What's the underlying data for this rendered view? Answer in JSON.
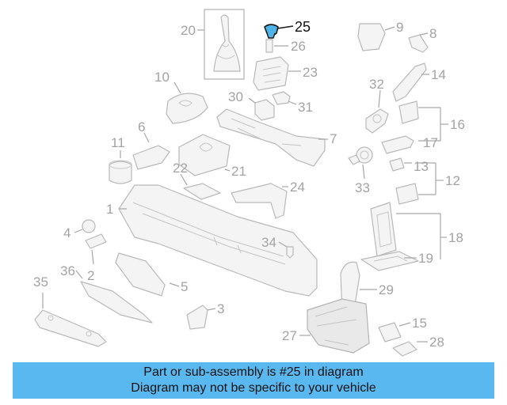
{
  "diagram": {
    "highlighted_part": "25",
    "highlight_color": "#4fb3e8",
    "callouts": {
      "p1": "1",
      "p2": "2",
      "p3": "3",
      "p4": "4",
      "p5": "5",
      "p6": "6",
      "p7": "7",
      "p8": "8",
      "p9": "9",
      "p10": "10",
      "p11": "11",
      "p12": "12",
      "p13": "13",
      "p14": "14",
      "p15": "15",
      "p16": "16",
      "p17": "17",
      "p18": "18",
      "p19": "19",
      "p20": "20",
      "p21": "21",
      "p22": "22",
      "p23": "23",
      "p24": "24",
      "p25": "25",
      "p26": "26",
      "p27": "27",
      "p28": "28",
      "p29": "29",
      "p30": "30",
      "p31": "31",
      "p32": "32",
      "p33": "33",
      "p34": "34",
      "p35": "35",
      "p36": "36"
    }
  },
  "banner": {
    "line1": "Part or sub-assembly is #25 in diagram",
    "line2": "Diagram may not be specific to your vehicle",
    "background": "#5ab8f0"
  }
}
